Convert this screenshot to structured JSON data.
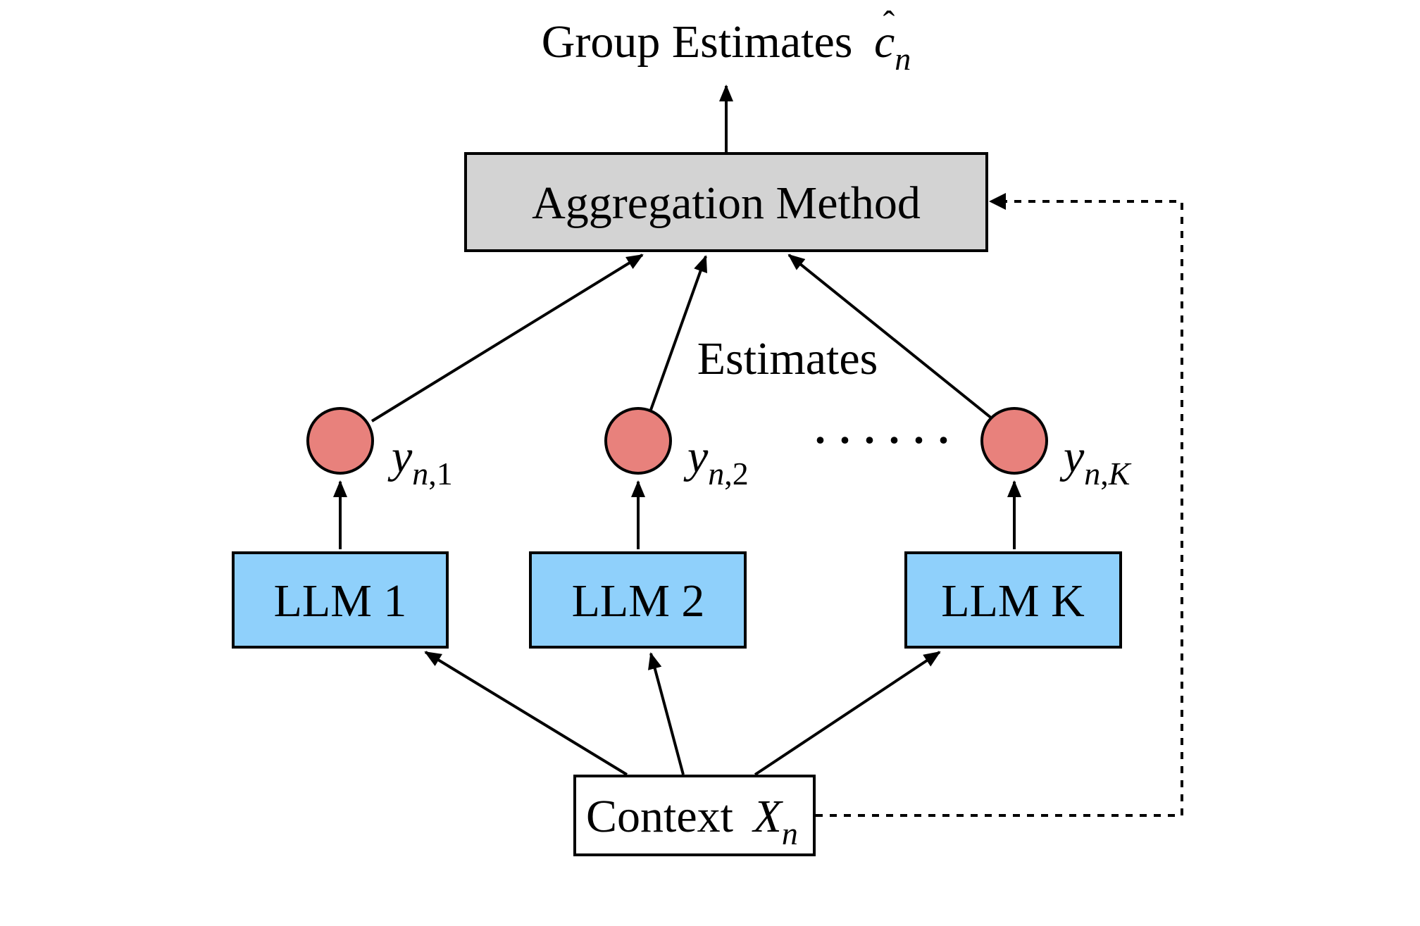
{
  "output": {
    "label": "Group Estimates",
    "symbol_base": "c",
    "symbol_hat": "ˆ",
    "symbol_sub": "n"
  },
  "aggregation": {
    "label": "Aggregation Method",
    "fill": "#d3d3d3"
  },
  "edge_label": "Estimates",
  "ellipsis": "· · · · · ·",
  "estimates": [
    {
      "base": "y",
      "sub_n": "n",
      "sub_sep": ",",
      "sub_k": "1"
    },
    {
      "base": "y",
      "sub_n": "n",
      "sub_sep": ",",
      "sub_k": "2"
    },
    {
      "base": "y",
      "sub_n": "n",
      "sub_sep": ",",
      "sub_k": "K"
    }
  ],
  "estimate_node_color": "#e8817c",
  "llms": [
    {
      "label": "LLM 1"
    },
    {
      "label": "LLM 2"
    },
    {
      "label": "LLM K"
    }
  ],
  "llm_fill": "#8fd0fb",
  "context": {
    "label": "Context",
    "symbol_base": "X",
    "symbol_sub": "n"
  }
}
